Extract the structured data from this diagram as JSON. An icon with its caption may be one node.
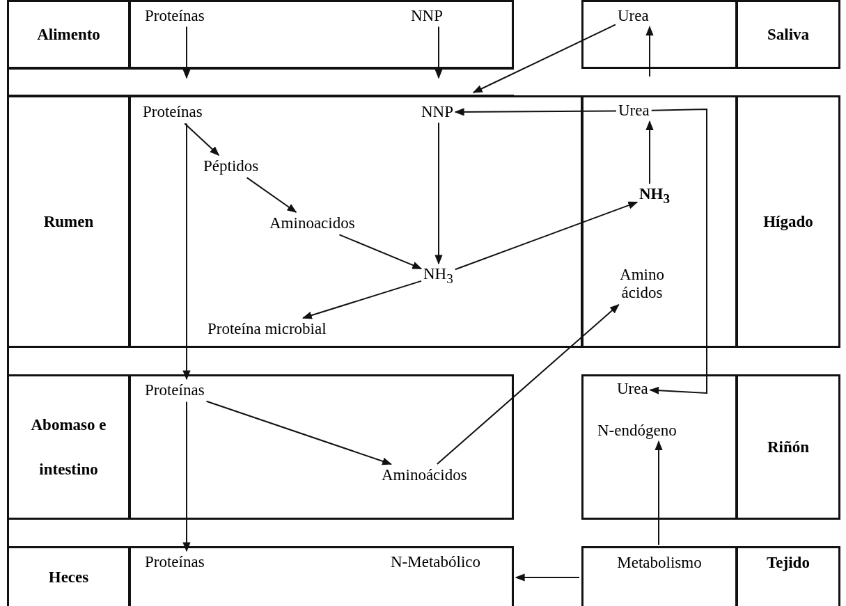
{
  "diagram": {
    "nodes": [
      {
        "text": [
          "Alimento"
        ]
      },
      {
        "text": [],
        "shape": "box"
      },
      {
        "text": [
          "Proteínas"
        ],
        "in": 1
      },
      {
        "text": [
          "NNP"
        ],
        "in": 1
      },
      {
        "text": [],
        "shape": "box"
      },
      {
        "text": [
          "Urea"
        ],
        "in": 4
      },
      {
        "text": [
          "Saliva"
        ]
      },
      {
        "text": [
          "Rumen"
        ]
      },
      {
        "text": [],
        "shape": "box"
      },
      {
        "text": [
          "Proteínas"
        ],
        "in": 8
      },
      {
        "text": [
          "NNP"
        ],
        "in": 8
      },
      {
        "text": [
          "Péptidos"
        ],
        "in": 8
      },
      {
        "text": [
          "Aminoacidos"
        ],
        "in": 8
      },
      {
        "text": [
          "NH$_{3}$"
        ],
        "in": 8
      },
      {
        "text": [
          "Proteína microbial"
        ],
        "in": 8
      },
      {
        "text": [],
        "shape": "box"
      },
      {
        "text": [
          "Urea"
        ],
        "in": 15
      },
      {
        "text": [
          "NH$_{3}$"
        ],
        "in": 15
      },
      {
        "text": [
          "Amino ácidos"
        ],
        "in": 15
      },
      {
        "text": [
          "Hígado"
        ]
      },
      {
        "text": [
          "Abomaso e intestino"
        ]
      },
      {
        "text": [],
        "shape": "box"
      },
      {
        "text": [
          "Proteínas"
        ],
        "in": 21
      },
      {
        "text": [
          "Aminoácidos"
        ],
        "in": 21
      },
      {
        "text": [],
        "shape": "box"
      },
      {
        "text": [
          "Urea"
        ],
        "in": 24
      },
      {
        "text": [
          "N-endógeno"
        ],
        "in": 24
      },
      {
        "text": [
          "Riñón"
        ]
      },
      {
        "text": [
          "Heces"
        ]
      },
      {
        "text": [],
        "shape": "box"
      },
      {
        "text": [
          "Proteínas"
        ],
        "in": 29
      },
      {
        "text": [
          "N-Metabólico"
        ],
        "in": 29
      },
      {
        "text": [
          "Metabolismo"
        ]
      },
      {
        "text": [
          "Tejido"
        ]
      }
    ],
    "edges": [
      {
        "from": 2,
        "to": null,
        "arrow": "to"
      },
      {
        "from": 3,
        "to": null,
        "arrow": "to"
      },
      {
        "from": 5,
        "to": 8,
        "arrow": "to"
      },
      {
        "from": null,
        "to": 5,
        "arrow": "to"
      },
      {
        "from": 16,
        "to": 10,
        "arrow": "to"
      },
      {
        "from": 16,
        "to": 25,
        "arrow": "to"
      },
      {
        "from": 17,
        "to": 16,
        "arrow": "to"
      },
      {
        "from": 9,
        "to": 11,
        "arrow": "to"
      },
      {
        "from": 9,
        "to": 22,
        "arrow": "to"
      },
      {
        "from": 11,
        "to": 12,
        "arrow": "to"
      },
      {
        "from": 12,
        "to": 13,
        "arrow": "to"
      },
      {
        "from": 10,
        "to": 13,
        "arrow": "to"
      },
      {
        "from": 13,
        "to": 17,
        "arrow": "to"
      },
      {
        "from": 13,
        "to": 14,
        "arrow": "to"
      },
      {
        "from": 22,
        "to": 23,
        "arrow": "to"
      },
      {
        "from": 22,
        "to": 30,
        "arrow": "to"
      },
      {
        "from": 23,
        "to": 18,
        "arrow": "to"
      },
      {
        "from": 32,
        "to": 26,
        "arrow": "to"
      },
      {
        "from": 32,
        "to": 29,
        "arrow": "to"
      }
    ]
  }
}
